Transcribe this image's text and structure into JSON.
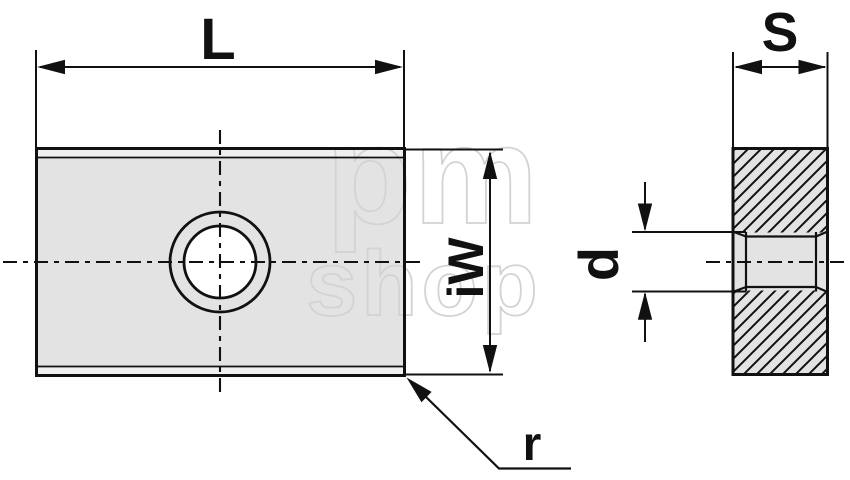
{
  "drawing": {
    "watermark": {
      "line1": "pm",
      "line2": "shop"
    },
    "labels": {
      "length": "L",
      "thickness": "S",
      "width": "iW",
      "hole_diameter": "d",
      "corner_radius": "r"
    }
  },
  "colors": {
    "line": "#111111",
    "body_fill": "#e3e3e3",
    "chamfer_fill": "#f0f0f0",
    "watermark": "#d3d3d3",
    "background": "#ffffff"
  }
}
